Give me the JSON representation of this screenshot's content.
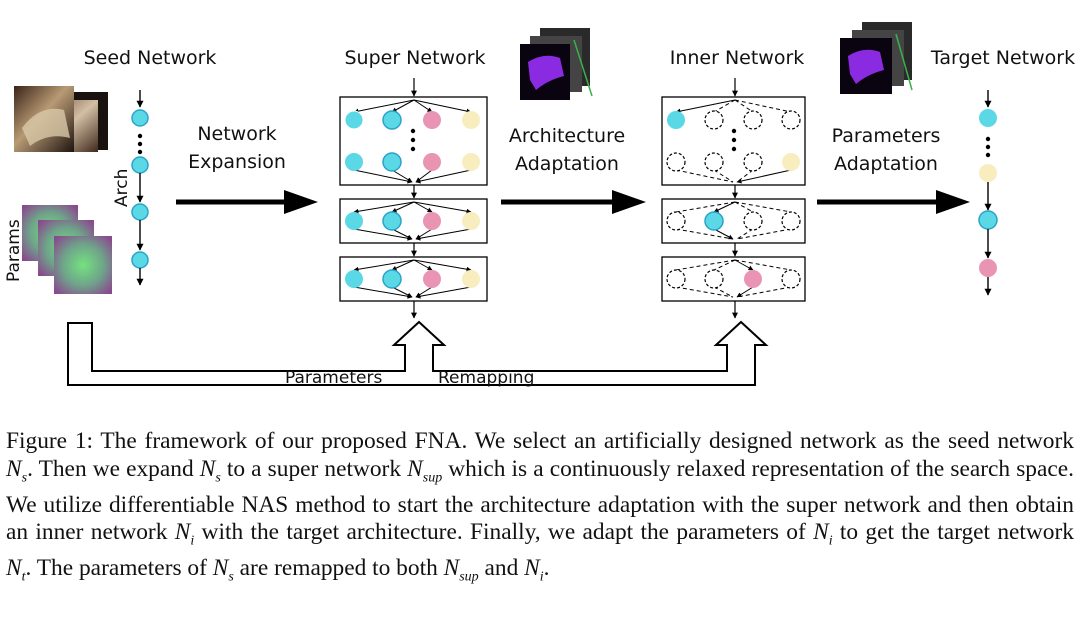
{
  "figure": {
    "titles": {
      "seed": "Seed Network",
      "super": "Super Network",
      "inner": "Inner Network",
      "target": "Target Network"
    },
    "steps": {
      "expansion_line1": "Network",
      "expansion_line2": "Expansion",
      "arch_line1": "Architecture",
      "arch_line2": "Adaptation",
      "param_line1": "Parameters",
      "param_line2": "Adaptation"
    },
    "side_labels": {
      "arch": "Arch",
      "params": "Params"
    },
    "remap": {
      "left": "Parameters",
      "right": "Remapping"
    },
    "colors": {
      "cyan": "#5ad8e6",
      "cyan_stroke": "#2ba3c8",
      "pink": "#ea94b4",
      "yellow": "#f8edbe",
      "purple": "#8a2be2"
    }
  },
  "caption": {
    "label": "Figure 1:",
    "seg1": " The framework of our proposed FNA. We select an artificially designed network as the seed network ",
    "m1": "N",
    "s1": "s",
    "seg2": ". Then we expand ",
    "m2": "N",
    "s2": "s",
    "seg3": " to a super network ",
    "m3": "N",
    "s3": "sup",
    "seg4": " which is a continuously relaxed representation of the search space. We utilize differentiable NAS method to start the architecture adaptation with the super network and then obtain an inner network ",
    "m4": "N",
    "s4": "i",
    "seg5": " with the target architecture. Finally, we adapt the parameters of ",
    "m5": "N",
    "s5": "i",
    "seg6": " to get the target network ",
    "m6": "N",
    "s6": "t",
    "seg7": ". The parameters of ",
    "m7": "N",
    "s7": "s",
    "seg8": " are remapped to both ",
    "m8": "N",
    "s8": "sup",
    "seg9": " and ",
    "m9": "N",
    "s9": "i",
    "seg10": "."
  }
}
